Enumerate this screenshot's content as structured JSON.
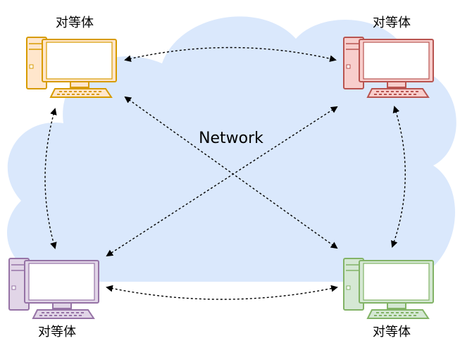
{
  "diagram": {
    "center_label": "Network",
    "nodes": [
      {
        "id": "top-left",
        "label": "对等体",
        "color": "#d79b00",
        "fill": "#ffe6cc"
      },
      {
        "id": "top-right",
        "label": "对等体",
        "color": "#b85450",
        "fill": "#f8cecc"
      },
      {
        "id": "bottom-left",
        "label": "对等体",
        "color": "#9673a6",
        "fill": "#e1d5e7"
      },
      {
        "id": "bottom-right",
        "label": "对等体",
        "color": "#82b366",
        "fill": "#d5e8d4"
      }
    ],
    "cloud_color": "#dae8fc",
    "connections": [
      [
        "top-left",
        "top-right"
      ],
      [
        "bottom-left",
        "bottom-right"
      ],
      [
        "top-left",
        "bottom-left"
      ],
      [
        "top-right",
        "bottom-right"
      ],
      [
        "top-left",
        "bottom-right"
      ],
      [
        "top-right",
        "bottom-left"
      ]
    ]
  }
}
